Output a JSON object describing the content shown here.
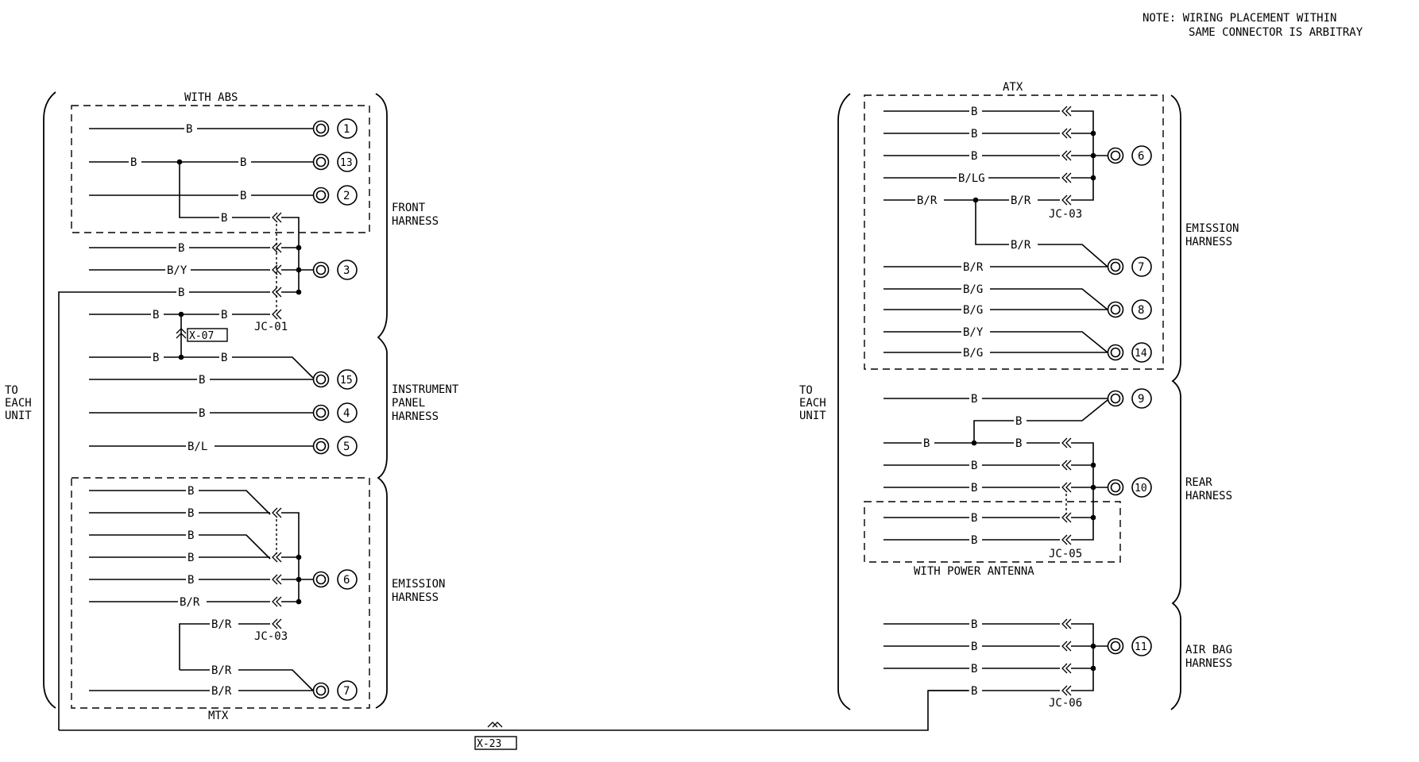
{
  "note": {
    "line1": "NOTE: WIRING PLACEMENT WITHIN",
    "line2": "SAME CONNECTOR IS ARBITRAY"
  },
  "left": {
    "to_each_unit": [
      "TO",
      "EACH",
      "UNIT"
    ],
    "box_with_abs": "WITH ABS",
    "box_mtx": "MTX",
    "front_harness": [
      "FRONT",
      "HARNESS"
    ],
    "instrument_panel_harness": [
      "INSTRUMENT",
      "PANEL",
      "HARNESS"
    ],
    "emission_harness": [
      "EMISSION",
      "HARNESS"
    ],
    "connectors": {
      "jc01": "JC-01",
      "jc03": "JC-03",
      "x07": "X-07"
    },
    "grounds": [
      "1",
      "13",
      "2",
      "3",
      "15",
      "4",
      "5",
      "6",
      "7"
    ],
    "wire_labels": [
      "B",
      "B",
      "B",
      "B",
      "B",
      "B",
      "B/Y",
      "B",
      "B",
      "B",
      "B",
      "B",
      "B",
      "B",
      "B/L",
      "B",
      "B",
      "B",
      "B",
      "B",
      "B/R",
      "B/R",
      "B/R",
      "B/R"
    ]
  },
  "right": {
    "to_each_unit": [
      "TO",
      "EACH",
      "UNIT"
    ],
    "box_atx": "ATX",
    "box_with_power_antenna": "WITH POWER ANTENNA",
    "emission_harness": [
      "EMISSION",
      "HARNESS"
    ],
    "rear_harness": [
      "REAR",
      "HARNESS"
    ],
    "air_bag_harness": [
      "AIR BAG",
      "HARNESS"
    ],
    "connectors": {
      "jc03": "JC-03",
      "jc05": "JC-05",
      "jc06": "JC-06"
    },
    "grounds": [
      "6",
      "7",
      "8",
      "14",
      "9",
      "10",
      "11"
    ],
    "wire_labels": [
      "B",
      "B",
      "B",
      "B/LG",
      "B/R",
      "B/R",
      "B/R",
      "B/R",
      "B/G",
      "B/G",
      "B/Y",
      "B/G",
      "B",
      "B",
      "B",
      "B",
      "B",
      "B",
      "B",
      "B",
      "B",
      "B",
      "B",
      "B"
    ]
  },
  "bottom": {
    "x23": "X-23"
  }
}
